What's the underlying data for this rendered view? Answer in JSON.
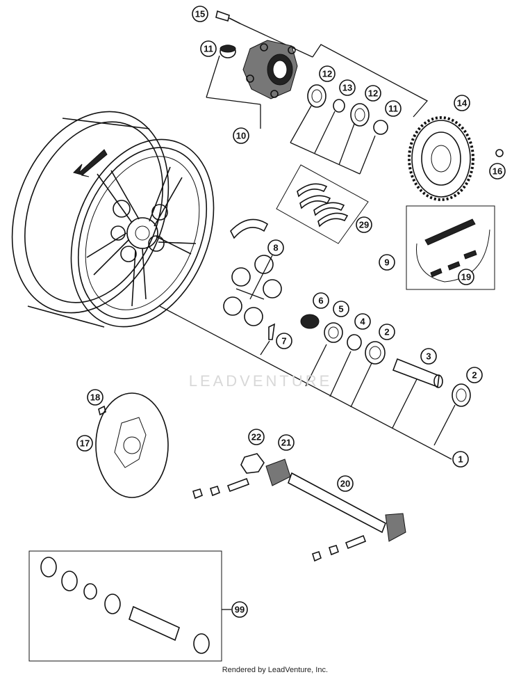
{
  "watermark": "LEADVENTURE",
  "credit": "Rendered by LeadVenture, Inc.",
  "callouts": [
    "15",
    "11",
    "10",
    "12",
    "13",
    "12",
    "11",
    "14",
    "16",
    "29",
    "9",
    "19",
    "8",
    "7",
    "6",
    "5",
    "4",
    "2",
    "3",
    "2",
    "1",
    "18",
    "17",
    "22",
    "21",
    "20",
    "99"
  ]
}
